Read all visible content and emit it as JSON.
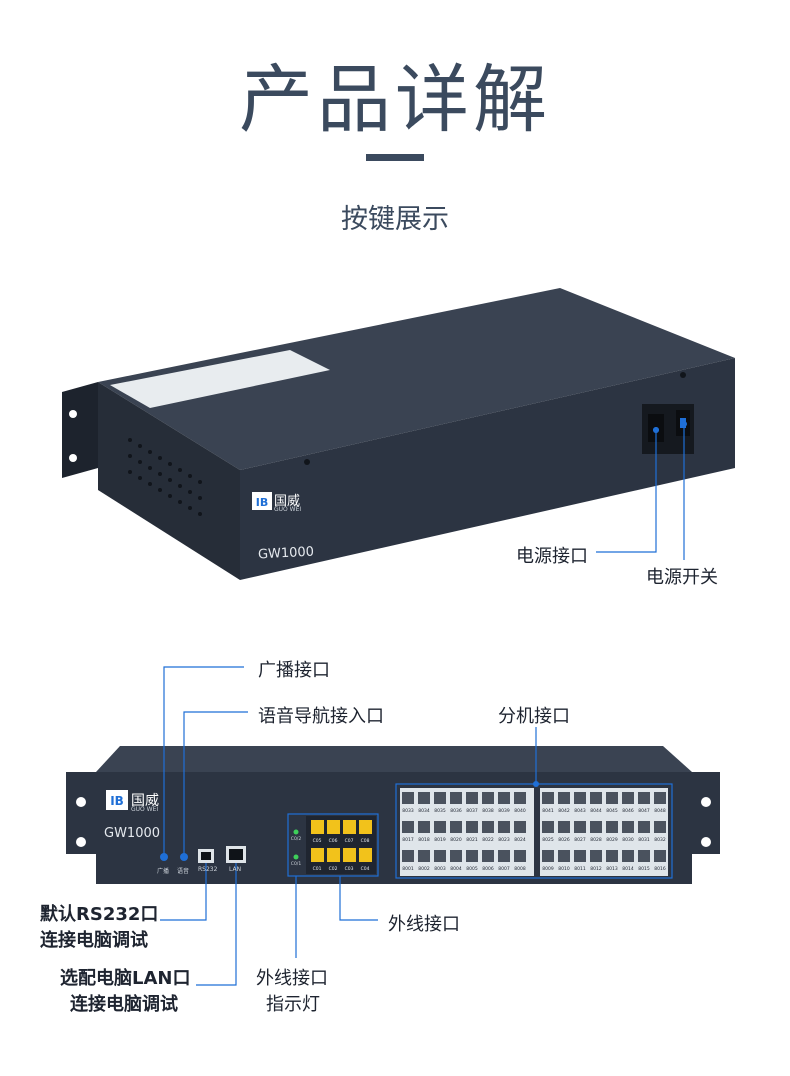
{
  "header": {
    "title": "产品详解",
    "subtitle": "按键展示"
  },
  "device_top": {
    "model": "GW1000",
    "brand": "国威",
    "brand_sub": "GUO WEI",
    "callouts": {
      "power_port": "电源接口",
      "power_switch": "电源开关"
    }
  },
  "device_front": {
    "model": "GW1000",
    "brand": "国威",
    "brand_sub": "GUO WEI",
    "small_labels": {
      "broadcast": "广播",
      "voice": "语音",
      "rs232": "RS232",
      "lan": "LAN"
    },
    "co_labels_top": [
      "C05",
      "C06",
      "C07",
      "C08"
    ],
    "co_labels_bottom": [
      "C01",
      "C02",
      "C03",
      "C04"
    ],
    "led_labels": [
      "C0/2",
      "C0/1"
    ],
    "ext_rows_left": [
      [
        "8033",
        "8034",
        "8035",
        "8036",
        "8037",
        "8038",
        "8039",
        "8040"
      ],
      [
        "8017",
        "8018",
        "8019",
        "8020",
        "8021",
        "8022",
        "8023",
        "8024"
      ],
      [
        "8001",
        "8002",
        "8003",
        "8004",
        "8005",
        "8006",
        "8007",
        "8008"
      ]
    ],
    "ext_rows_right": [
      [
        "8041",
        "8042",
        "8043",
        "8044",
        "8045",
        "8046",
        "8047",
        "8048"
      ],
      [
        "8025",
        "8026",
        "8027",
        "8028",
        "8029",
        "8030",
        "8031",
        "8032"
      ],
      [
        "8009",
        "8010",
        "8011",
        "8012",
        "8013",
        "8014",
        "8015",
        "8016"
      ]
    ],
    "callouts": {
      "broadcast_port": "广播接口",
      "voice_nav_port": "语音导航接入口",
      "extension_port": "分机接口",
      "rs232_line1": "默认RS232口",
      "rs232_line2": "连接电脑调试",
      "lan_line1": "选配电脑LAN口",
      "lan_line2": "连接电脑调试",
      "trunk_port": "外线接口",
      "trunk_led_line1": "外线接口",
      "trunk_led_line2": "指示灯"
    }
  },
  "colors": {
    "accent": "#1f6fd6",
    "device_body": "#2c3442",
    "port_yellow": "#f2c21b",
    "title": "#3b4a5e"
  }
}
